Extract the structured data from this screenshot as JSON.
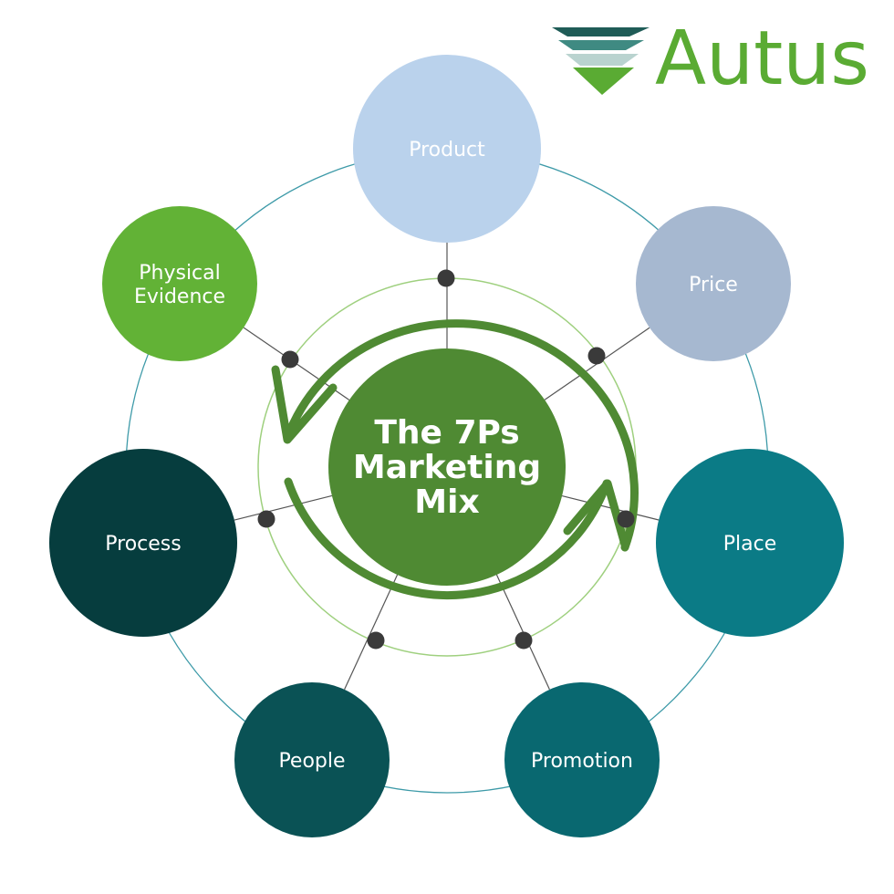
{
  "logo": {
    "wordmark": "Autus",
    "color": "#5aab33",
    "mark_colors": [
      "#1f5c57",
      "#3f8a82",
      "#b9d3cf",
      "#5aab33"
    ]
  },
  "center": {
    "lines": [
      "The 7Ps",
      "Marketing",
      "Mix"
    ],
    "fill": "#4f8a33",
    "arrow_color": "#4f8a33",
    "ring_color": "#9fd07f"
  },
  "nodes": [
    {
      "id": "product",
      "lines": [
        "Product"
      ],
      "fill": "#bad2ec",
      "text_color": "#ffffff"
    },
    {
      "id": "price",
      "lines": [
        "Price"
      ],
      "fill": "#a6b8d0",
      "text_color": "#ffffff"
    },
    {
      "id": "place",
      "lines": [
        "Place"
      ],
      "fill": "#0b7b86",
      "text_color": "#ffffff"
    },
    {
      "id": "promotion",
      "lines": [
        "Promotion"
      ],
      "fill": "#096870",
      "text_color": "#ffffff"
    },
    {
      "id": "people",
      "lines": [
        "People"
      ],
      "fill": "#0a5255",
      "text_color": "#ffffff"
    },
    {
      "id": "process",
      "lines": [
        "Process"
      ],
      "fill": "#063d3e",
      "text_color": "#ffffff"
    },
    {
      "id": "physical-evidence",
      "lines": [
        "Physical",
        "Evidence"
      ],
      "fill": "#62b236",
      "text_color": "#ffffff"
    }
  ],
  "colors": {
    "orbit": "#3d9aa8",
    "connector": "#555555",
    "dot": "#3a3a3a"
  }
}
